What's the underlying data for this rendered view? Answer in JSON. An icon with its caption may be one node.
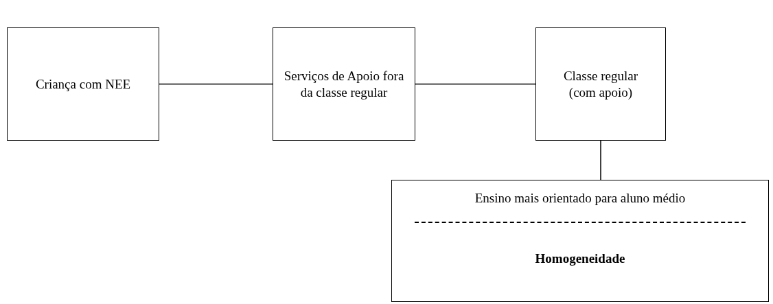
{
  "diagram": {
    "nodes": [
      {
        "text": [
          "Criança com NEE"
        ]
      },
      {
        "text": [
          "Serviços de Apoio fora da classe regular"
        ]
      },
      {
        "text": [
          "Classe regular (com apoio)"
        ]
      },
      {
        "text": [
          "Ensino mais orientado para aluno médio",
          "Homogeneidade"
        ]
      }
    ],
    "edges": [
      {
        "from": 0,
        "to": 1,
        "arrow": "none"
      },
      {
        "from": 1,
        "to": 2,
        "arrow": "none"
      },
      {
        "from": 2,
        "to": 3,
        "arrow": "none"
      }
    ]
  }
}
